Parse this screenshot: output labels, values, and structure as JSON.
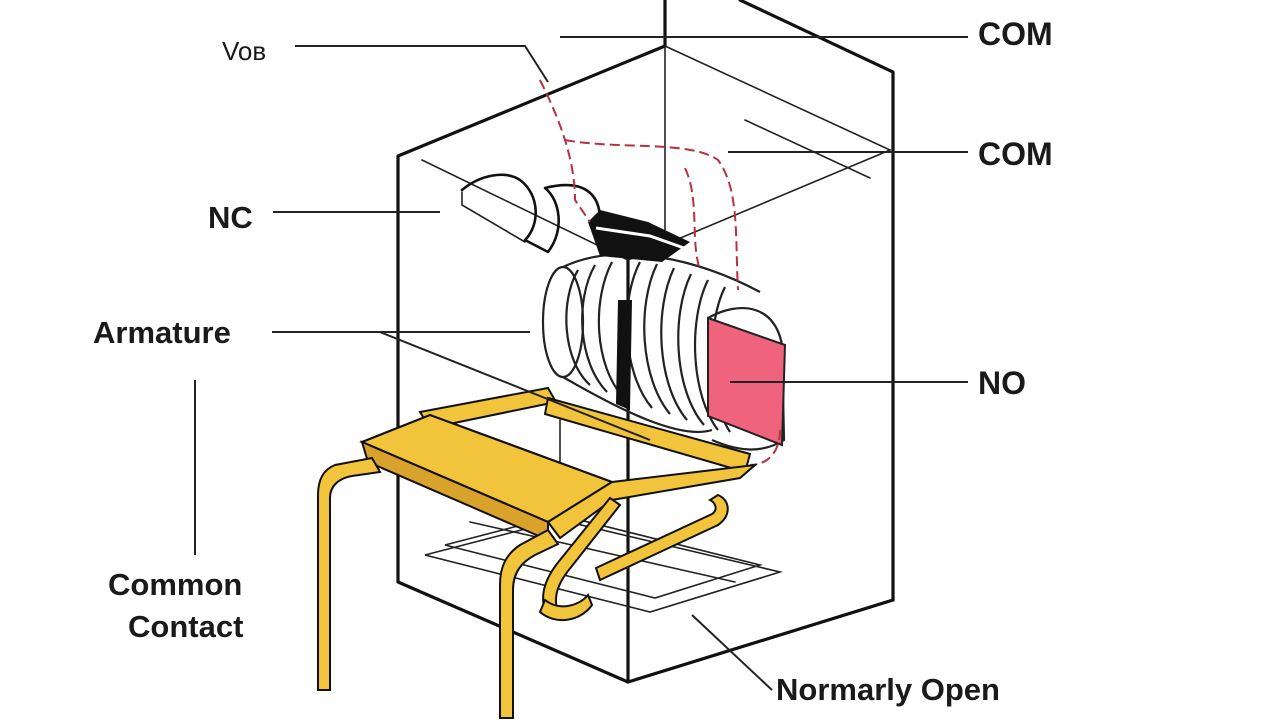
{
  "labels": {
    "vcc": "Voв",
    "com_top": "COM",
    "com_mid": "COM",
    "nc": "NC",
    "armature": "Armature",
    "no": "NO",
    "common_contact_line1": "Common",
    "common_contact_line2": "Contact",
    "normally_open": "Normarly Open"
  },
  "colors": {
    "outline": "#111111",
    "armature_gold": "#f2c43c",
    "armature_gold_dark": "#c8951a",
    "no_contact_pink": "#f0637c",
    "wire_red": "#b8303f",
    "background": "#ffffff"
  }
}
